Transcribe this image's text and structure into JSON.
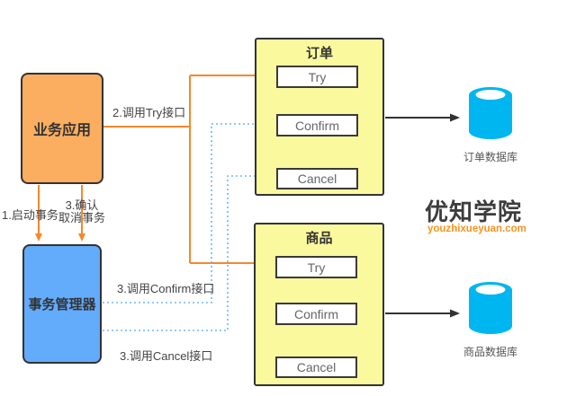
{
  "nodes": {
    "business_app": {
      "label": "业务应用"
    },
    "transaction_manager": {
      "label": "事务管理器"
    },
    "order_service": {
      "title": "订单",
      "steps": [
        "Try",
        "Confirm",
        "Cancel"
      ]
    },
    "product_service": {
      "title": "商品",
      "steps": [
        "Try",
        "Confirm",
        "Cancel"
      ]
    },
    "order_db": {
      "label": "订单数据库"
    },
    "product_db": {
      "label": "商品数据库"
    }
  },
  "edges": {
    "call_try": "2.调用Try接口",
    "start_transaction": "1.启动事务",
    "confirm_or_cancel_line1": "3.确认",
    "confirm_or_cancel_line2": "取消事务",
    "call_confirm": "3.调用Confirm接口",
    "call_cancel": "3.调用Cancel接口"
  },
  "watermark": {
    "brand": "优知学院",
    "site": "youzhixueyuan.com"
  },
  "colors": {
    "app_fill": "#FBAD60",
    "manager_fill": "#63ABFB",
    "service_fill": "#FBF99E",
    "db_fill": "#00B6F0",
    "orange_line": "#F5882B",
    "blue_dotted_line": "#70B6F6",
    "dark_line": "#333333",
    "watermark_orange": "#F7941E"
  }
}
